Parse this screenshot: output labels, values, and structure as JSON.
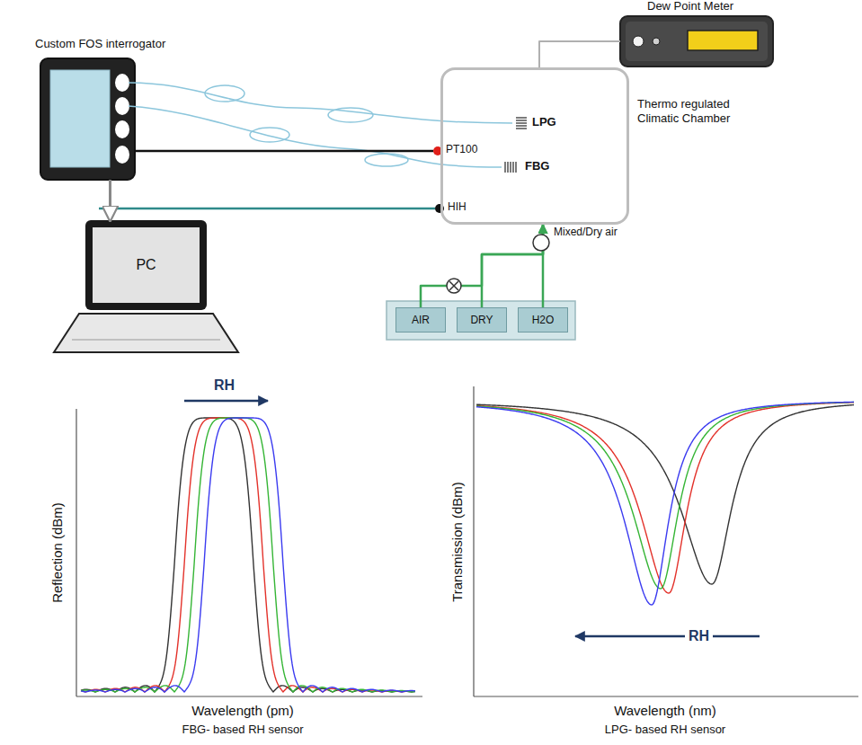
{
  "diagram": {
    "nodes": [
      {
        "text": [
          "Dew Point Meter"
        ]
      },
      {
        "text": [
          "Custom FOS interrogator"
        ]
      },
      {
        "text": [
          "Thermo regulated Climatic Chamber"
        ]
      },
      {
        "text": [
          "PC"
        ]
      },
      {
        "text": [
          "AIR"
        ]
      },
      {
        "text": [
          "DRY"
        ]
      },
      {
        "text": [
          "H2O"
        ]
      }
    ],
    "edges": [
      {
        "from": 1,
        "to": 3,
        "arrow": "to"
      },
      {
        "from": 2,
        "to": 0,
        "arrow": "none"
      },
      {
        "from": 4,
        "to": 2,
        "arrow": "to"
      },
      {
        "from": 5,
        "to": 2,
        "arrow": "to"
      },
      {
        "from": 6,
        "to": 2,
        "arrow": "to"
      }
    ],
    "labels": [
      "LPG",
      "PT100",
      "FBG",
      "HIH",
      "Mixed/Dry air",
      "RH",
      "Reflection (dBm)",
      "Wavelength (pm)",
      "FBG- based RH sensor",
      "RH",
      "Transmission (dBm)",
      "Wavelength (nm)",
      "LPG- based RH sensor"
    ]
  }
}
